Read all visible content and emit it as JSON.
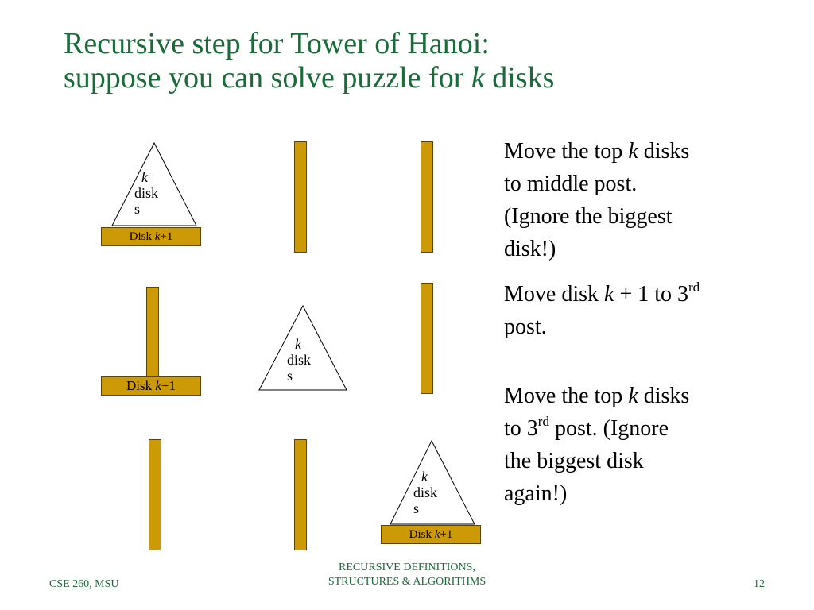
{
  "title": {
    "line1": "Recursive step for Tower of Hanoi:",
    "line2_prefix": "suppose you can solve puzzle for ",
    "line2_var": "k",
    "line2_suffix": " disks"
  },
  "disk_label": {
    "prefix": "Disk ",
    "var": "k",
    "suffix": "+1"
  },
  "triangle_label": {
    "var": "k",
    "line2": "disk",
    "line3": "s"
  },
  "steps": [
    {
      "t1": "Move the top ",
      "var": "k",
      "t2": " disks",
      "t3": "to middle post.",
      "t4": "(Ignore the biggest",
      "t5": "disk!)"
    },
    {
      "t1": "Move disk ",
      "var": "k",
      "t2": " + 1 to 3",
      "sup": "rd",
      "t3": "post."
    },
    {
      "t1": "Move the top ",
      "var": "k",
      "t2": " disks",
      "t3": "to 3",
      "sup": "rd",
      "t4": " post. (Ignore",
      "t5": "the biggest disk",
      "t6": "again!)"
    }
  ],
  "footer": {
    "left": "CSE 260, MSU",
    "center_line1": "RECURSIVE DEFINITIONS,",
    "center_line2": "STRUCTURES & ALGORITHMS",
    "page": "12"
  }
}
